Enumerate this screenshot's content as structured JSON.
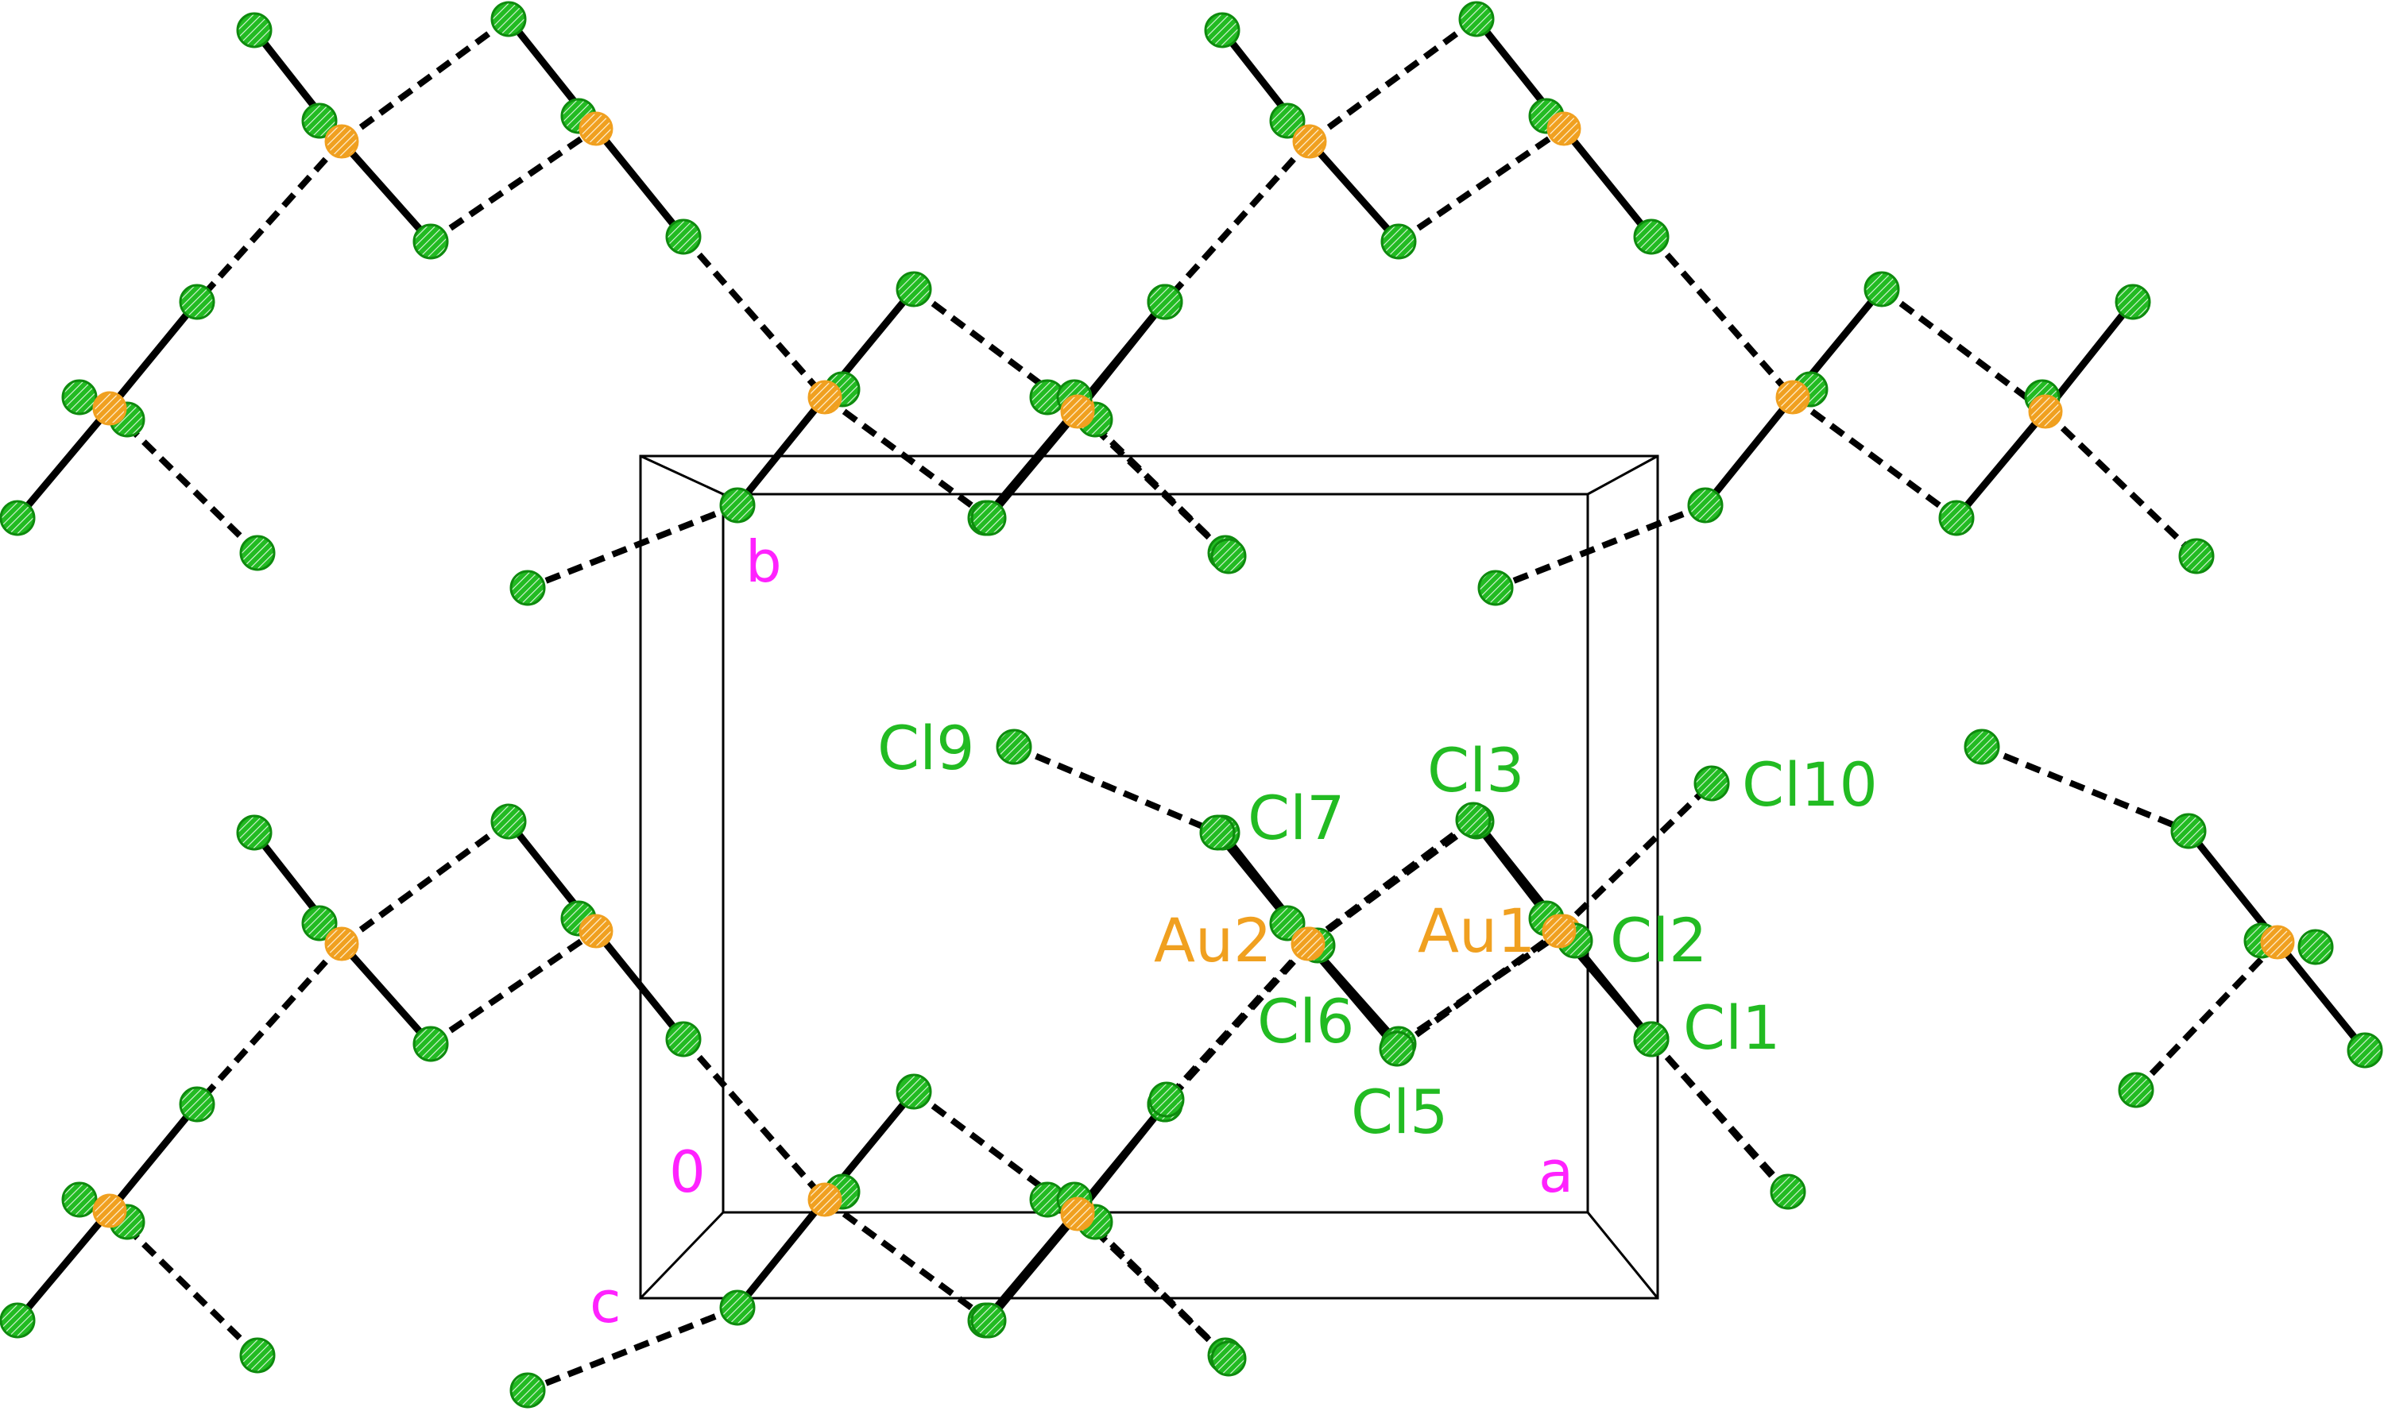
{
  "colors": {
    "gold": "#F0A020",
    "chlorine": "#22BB22",
    "chlorine_edge": "#0E8A0E",
    "bond": "#000000",
    "cell": "#000000",
    "axis_label": "#FF22FF",
    "cl_label": "#22BB22",
    "au_label": "#F0A020"
  },
  "atom_labels": {
    "cl9": "Cl9",
    "cl7": "Cl7",
    "cl3": "Cl3",
    "cl10": "Cl10",
    "au2": "Au2",
    "au1": "Au1",
    "cl2": "Cl2",
    "cl6": "Cl6",
    "cl1": "Cl1",
    "cl5": "Cl5"
  },
  "axis_labels": {
    "b": "b",
    "o": "0",
    "a": "a",
    "c": "c"
  }
}
